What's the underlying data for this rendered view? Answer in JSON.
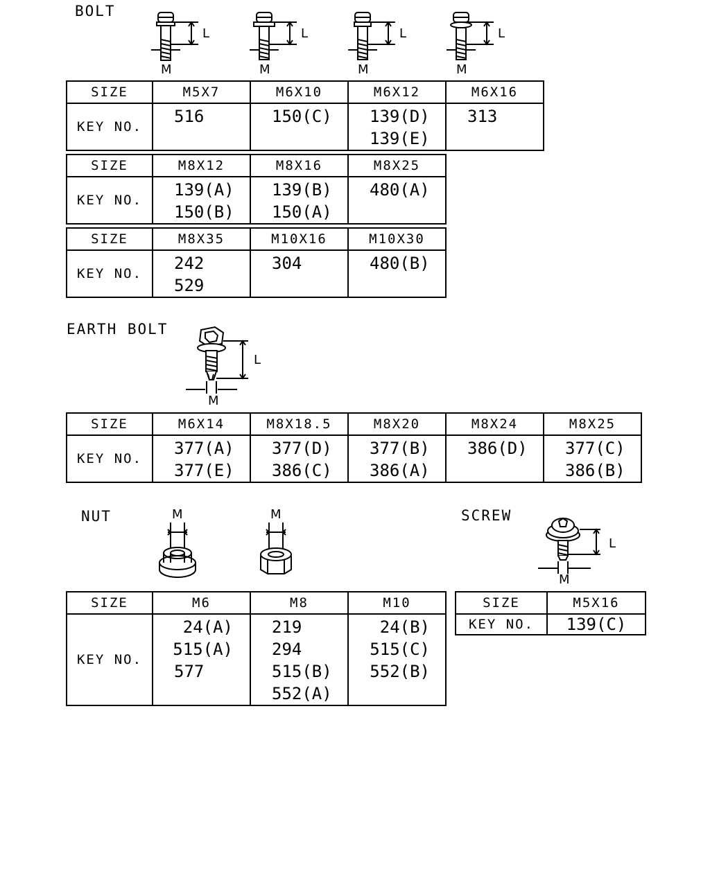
{
  "bolt": {
    "title": "BOLT",
    "dim_L": "L",
    "dim_M": "M",
    "tables": [
      {
        "size_label": "SIZE",
        "key_label": "KEY NO.",
        "columns": [
          {
            "size": "M5X7",
            "keys": [
              "516"
            ]
          },
          {
            "size": "M6X10",
            "keys": [
              "150(C)"
            ]
          },
          {
            "size": "M6X12",
            "keys": [
              "139(D)",
              "139(E)"
            ]
          },
          {
            "size": "M6X16",
            "keys": [
              "313"
            ]
          }
        ]
      },
      {
        "size_label": "SIZE",
        "key_label": "KEY NO.",
        "columns": [
          {
            "size": "M8X12",
            "keys": [
              "139(A)",
              "150(B)"
            ]
          },
          {
            "size": "M8X16",
            "keys": [
              "139(B)",
              "150(A)"
            ]
          },
          {
            "size": "M8X25",
            "keys": [
              "480(A)"
            ]
          }
        ]
      },
      {
        "size_label": "SIZE",
        "key_label": "KEY NO.",
        "columns": [
          {
            "size": "M8X35",
            "keys": [
              "242",
              "529"
            ]
          },
          {
            "size": "M10X16",
            "keys": [
              "304"
            ]
          },
          {
            "size": "M10X30",
            "keys": [
              "480(B)"
            ]
          }
        ]
      }
    ]
  },
  "earth_bolt": {
    "title": "EARTH BOLT",
    "dim_L": "L",
    "dim_M": "M",
    "table": {
      "size_label": "SIZE",
      "key_label": "KEY NO.",
      "columns": [
        {
          "size": "M6X14",
          "keys": [
            "377(A)",
            "377(E)"
          ]
        },
        {
          "size": "M8X18.5",
          "keys": [
            "377(D)",
            "386(C)"
          ]
        },
        {
          "size": "M8X20",
          "keys": [
            "377(B)",
            "386(A)"
          ]
        },
        {
          "size": "M8X24",
          "keys": [
            "386(D)"
          ]
        },
        {
          "size": "M8X25",
          "keys": [
            "377(C)",
            "386(B)"
          ]
        }
      ]
    }
  },
  "nut": {
    "title": "NUT",
    "dim_M": "M",
    "table": {
      "size_label": "SIZE",
      "key_label": "KEY NO.",
      "columns": [
        {
          "size": "M6",
          "keys": [
            "24(A)",
            "515(A)",
            "577"
          ]
        },
        {
          "size": "M8",
          "keys": [
            "219",
            "294",
            "515(B)",
            "552(A)"
          ]
        },
        {
          "size": "M10",
          "keys": [
            "24(B)",
            "515(C)",
            "552(B)"
          ]
        }
      ]
    }
  },
  "screw": {
    "title": "SCREW",
    "dim_L": "L",
    "dim_M": "M",
    "table": {
      "size_label": "SIZE",
      "key_label": "KEY NO.",
      "columns": [
        {
          "size": "M5X16",
          "keys": [
            "139(C)"
          ]
        }
      ]
    }
  }
}
